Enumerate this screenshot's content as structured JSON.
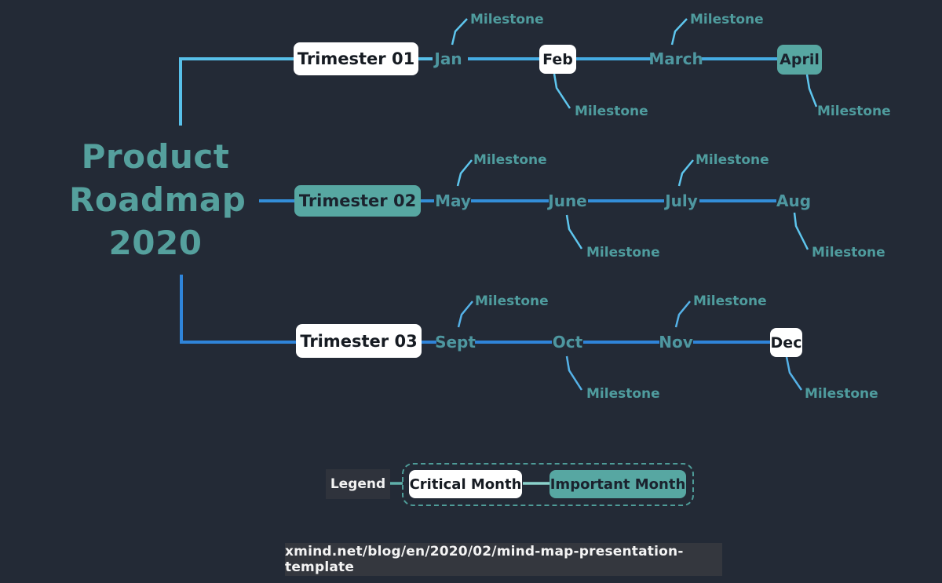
{
  "colors": {
    "background": "#232a36",
    "title_teal": "#55a09d",
    "accent_teal": "#57a7a2",
    "month_text": "#4e97a0",
    "milestone_text": "#4f9c9e",
    "branch1_line": "#58c0e9",
    "branch2_line": "#338ed9",
    "branch3_line": "#2f84d9",
    "milestone_line": "#5ec6ee",
    "critical_node_bg": "#ffffff",
    "legend_label_bg": "#2f333c",
    "footer_bg": "#34373e",
    "dashed_border": "#4e9c98"
  },
  "title": {
    "lines": [
      "Product",
      "Roadmap",
      "2020"
    ]
  },
  "branches": [
    {
      "label": "Trimester 01",
      "months": [
        {
          "label": "Jan",
          "milestone_label": "Milestone",
          "milestone_dir": "up"
        },
        {
          "label": "Feb",
          "milestone_label": "Milestone",
          "milestone_dir": "down"
        },
        {
          "label": "March",
          "milestone_label": "Milestone",
          "milestone_dir": "up"
        },
        {
          "label": "April",
          "milestone_label": "Milestone",
          "milestone_dir": "down"
        }
      ]
    },
    {
      "label": "Trimester 02",
      "months": [
        {
          "label": "May",
          "milestone_label": "Milestone",
          "milestone_dir": "up"
        },
        {
          "label": "June",
          "milestone_label": "Milestone",
          "milestone_dir": "down"
        },
        {
          "label": "July",
          "milestone_label": "Milestone",
          "milestone_dir": "up"
        },
        {
          "label": "Aug",
          "milestone_label": "Milestone",
          "milestone_dir": "down"
        }
      ]
    },
    {
      "label": "Trimester 03",
      "months": [
        {
          "label": "Sept",
          "milestone_label": "Milestone",
          "milestone_dir": "up"
        },
        {
          "label": "Oct",
          "milestone_label": "Milestone",
          "milestone_dir": "down"
        },
        {
          "label": "Nov",
          "milestone_label": "Milestone",
          "milestone_dir": "up"
        },
        {
          "label": "Dec",
          "milestone_label": "Milestone",
          "milestone_dir": "down"
        }
      ]
    }
  ],
  "legend": {
    "label": "Legend",
    "items": [
      {
        "label": "Critical Month",
        "style": "white"
      },
      {
        "label": "Important Month",
        "style": "teal"
      }
    ]
  },
  "footer": {
    "url": "xmind.net/blog/en/2020/02/mind-map-presentation-template"
  }
}
